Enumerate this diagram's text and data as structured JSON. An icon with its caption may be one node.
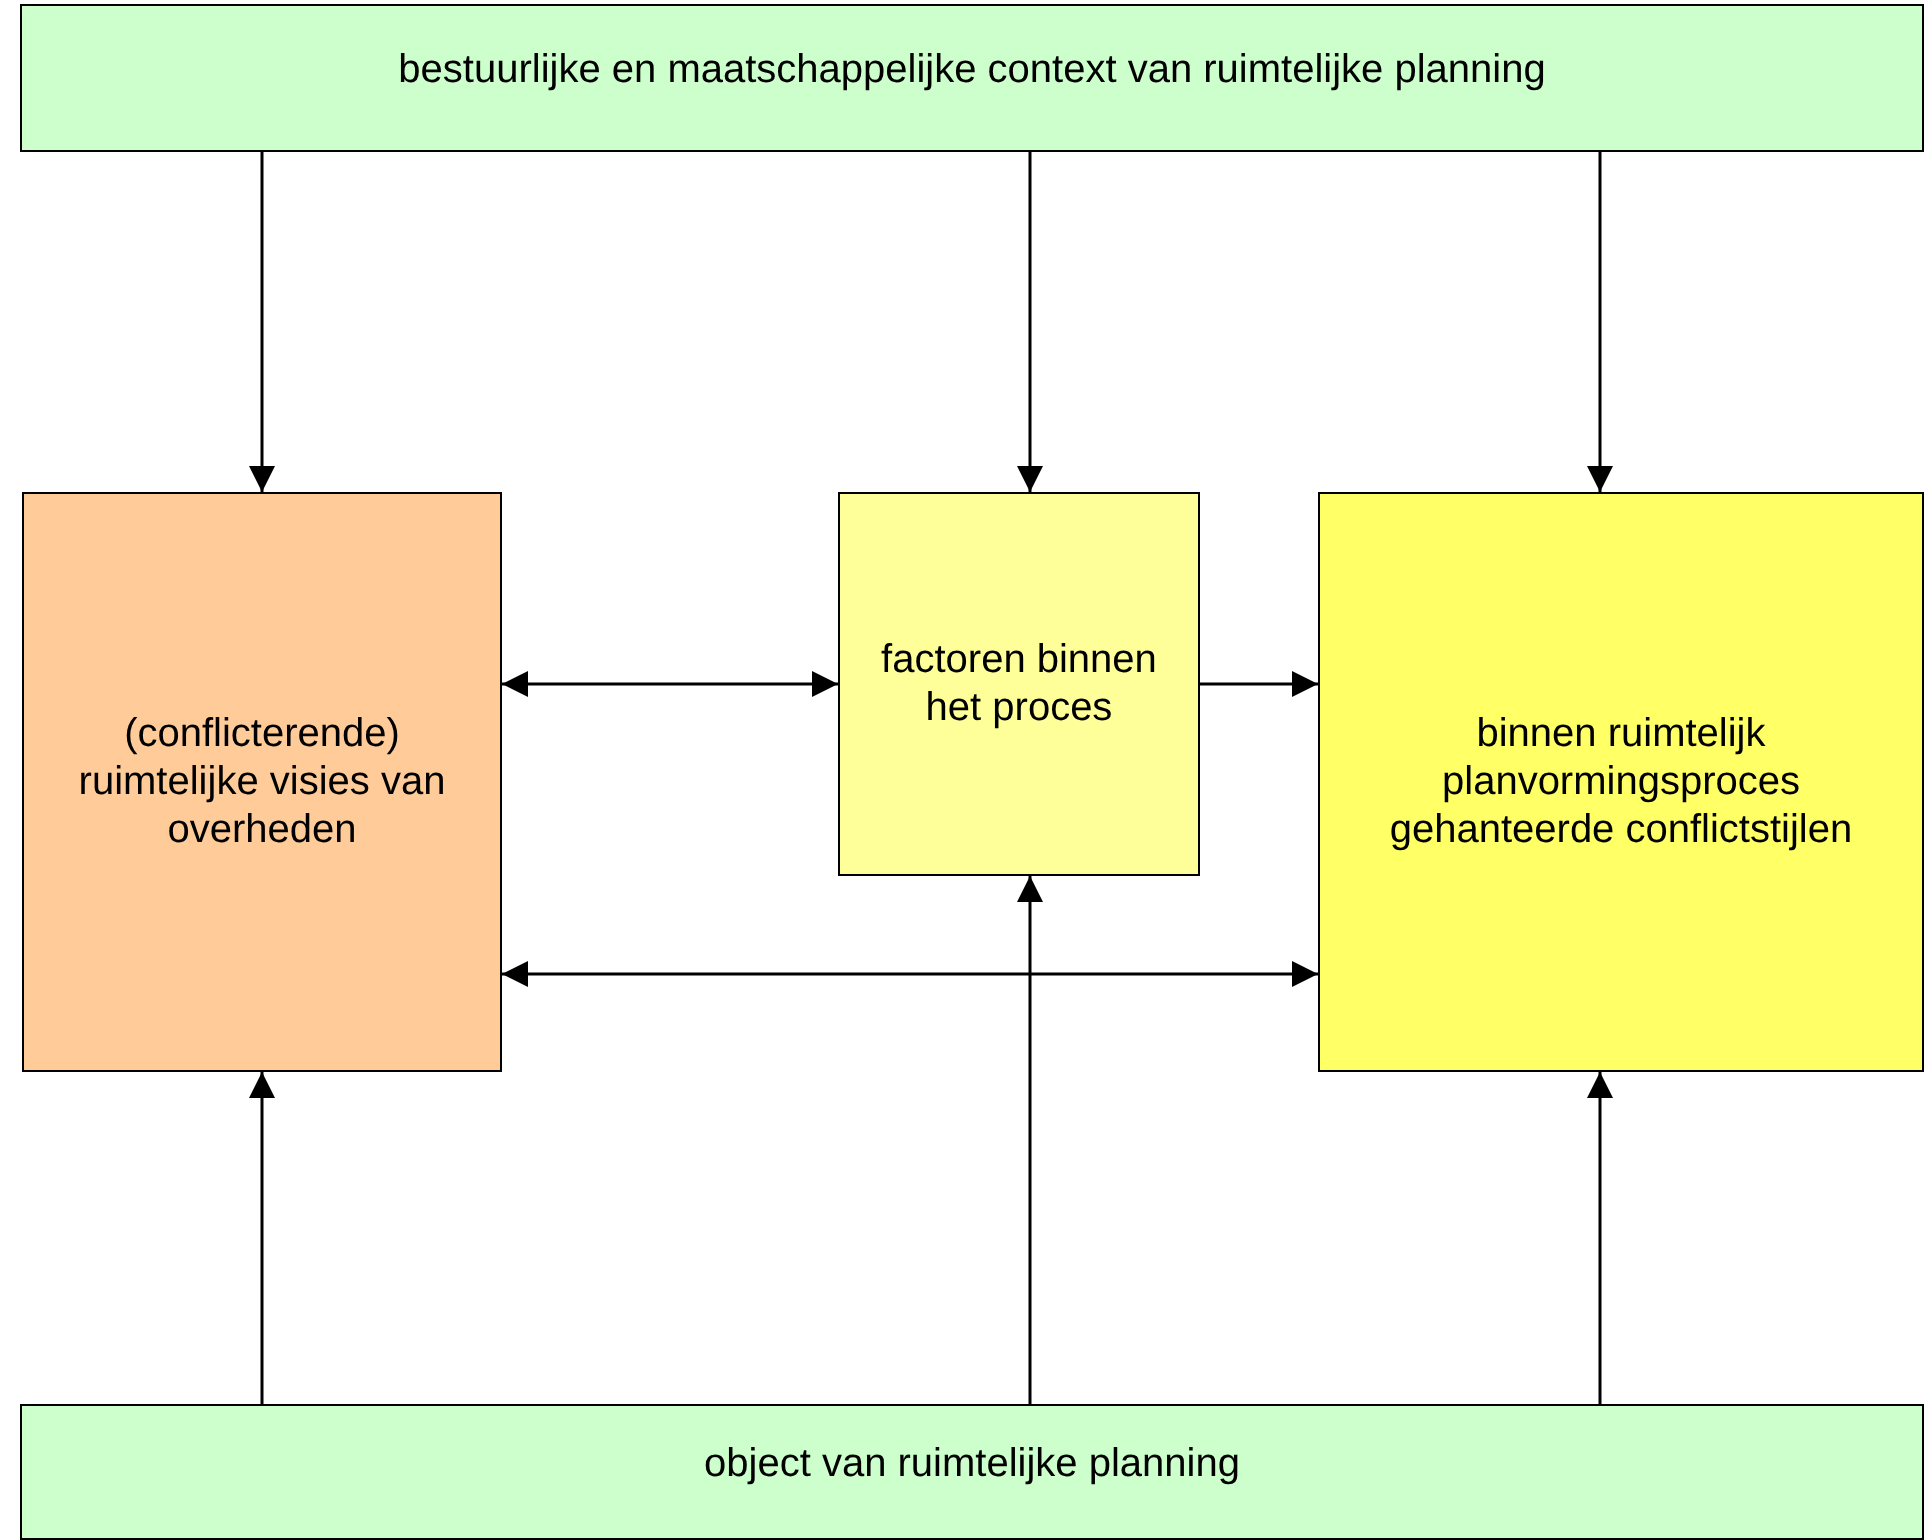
{
  "diagram": {
    "nodes": [
      {
        "text": [
          "bestuurlijke en maatschappelijke context van ruimtelijke planning"
        ]
      },
      {
        "text": [
          "(conflicterende) ruimtelijke visies van overheden"
        ]
      },
      {
        "text": [
          "factoren binnen het proces"
        ]
      },
      {
        "text": [
          "binnen ruimtelijk planvormingsproces gehanteerde conflictstijlen"
        ]
      },
      {
        "text": [
          "object van ruimtelijke planning"
        ]
      }
    ],
    "edges": [
      {
        "from": 0,
        "to": 1,
        "arrow": "to"
      },
      {
        "from": 0,
        "to": 2,
        "arrow": "to"
      },
      {
        "from": 0,
        "to": 3,
        "arrow": "to"
      },
      {
        "from": 1,
        "to": 2,
        "arrow": "both"
      },
      {
        "from": 2,
        "to": 3,
        "arrow": "to"
      },
      {
        "from": 1,
        "to": 3,
        "arrow": "both"
      },
      {
        "from": 4,
        "to": 1,
        "arrow": "to"
      },
      {
        "from": 4,
        "to": 2,
        "arrow": "to"
      },
      {
        "from": 4,
        "to": 3,
        "arrow": "to"
      }
    ]
  }
}
